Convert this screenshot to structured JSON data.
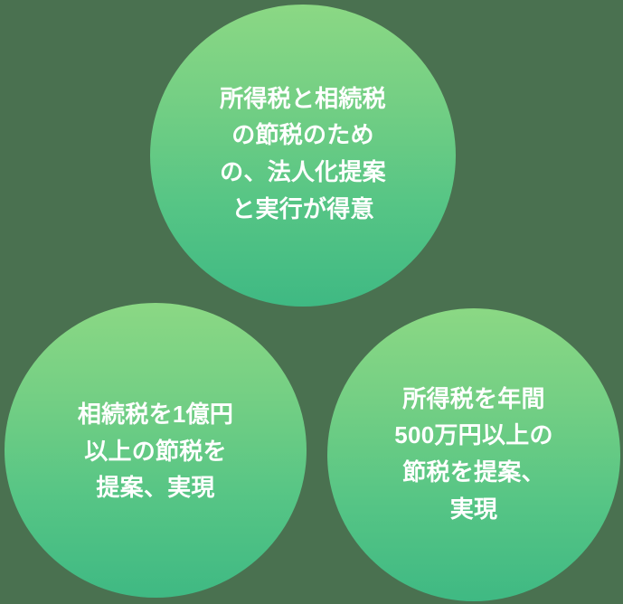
{
  "page": {
    "title": "強み紹介サークル",
    "background_color": "#4a7150"
  },
  "theme": {
    "circle_gradient_top": "#8bd884",
    "circle_gradient_bottom": "#3fb983",
    "text_color": "#ffffff"
  },
  "circles": [
    {
      "id": "top",
      "name": "corporate-proposal",
      "text": "所得税と相続税\nの節税のため\nの、法人化提案\nと実行が得意",
      "lines": [
        "所得税と相続税",
        "の節税のため",
        "の、法人化提案",
        "と実行が得意"
      ]
    },
    {
      "id": "bottom-left",
      "name": "inheritance-tax-saving",
      "text": "相続税を1億円\n以上の節税を\n提案、実現",
      "lines": [
        "相続税を1億円",
        "以上の節税を",
        "提案、実現"
      ]
    },
    {
      "id": "bottom-right",
      "name": "income-tax-saving",
      "text": "所得税を年間\n500万円以上の\n節税を提案、\n実現",
      "lines": [
        "所得税を年間",
        "500万円以上の",
        "節税を提案、",
        "実現"
      ]
    }
  ]
}
